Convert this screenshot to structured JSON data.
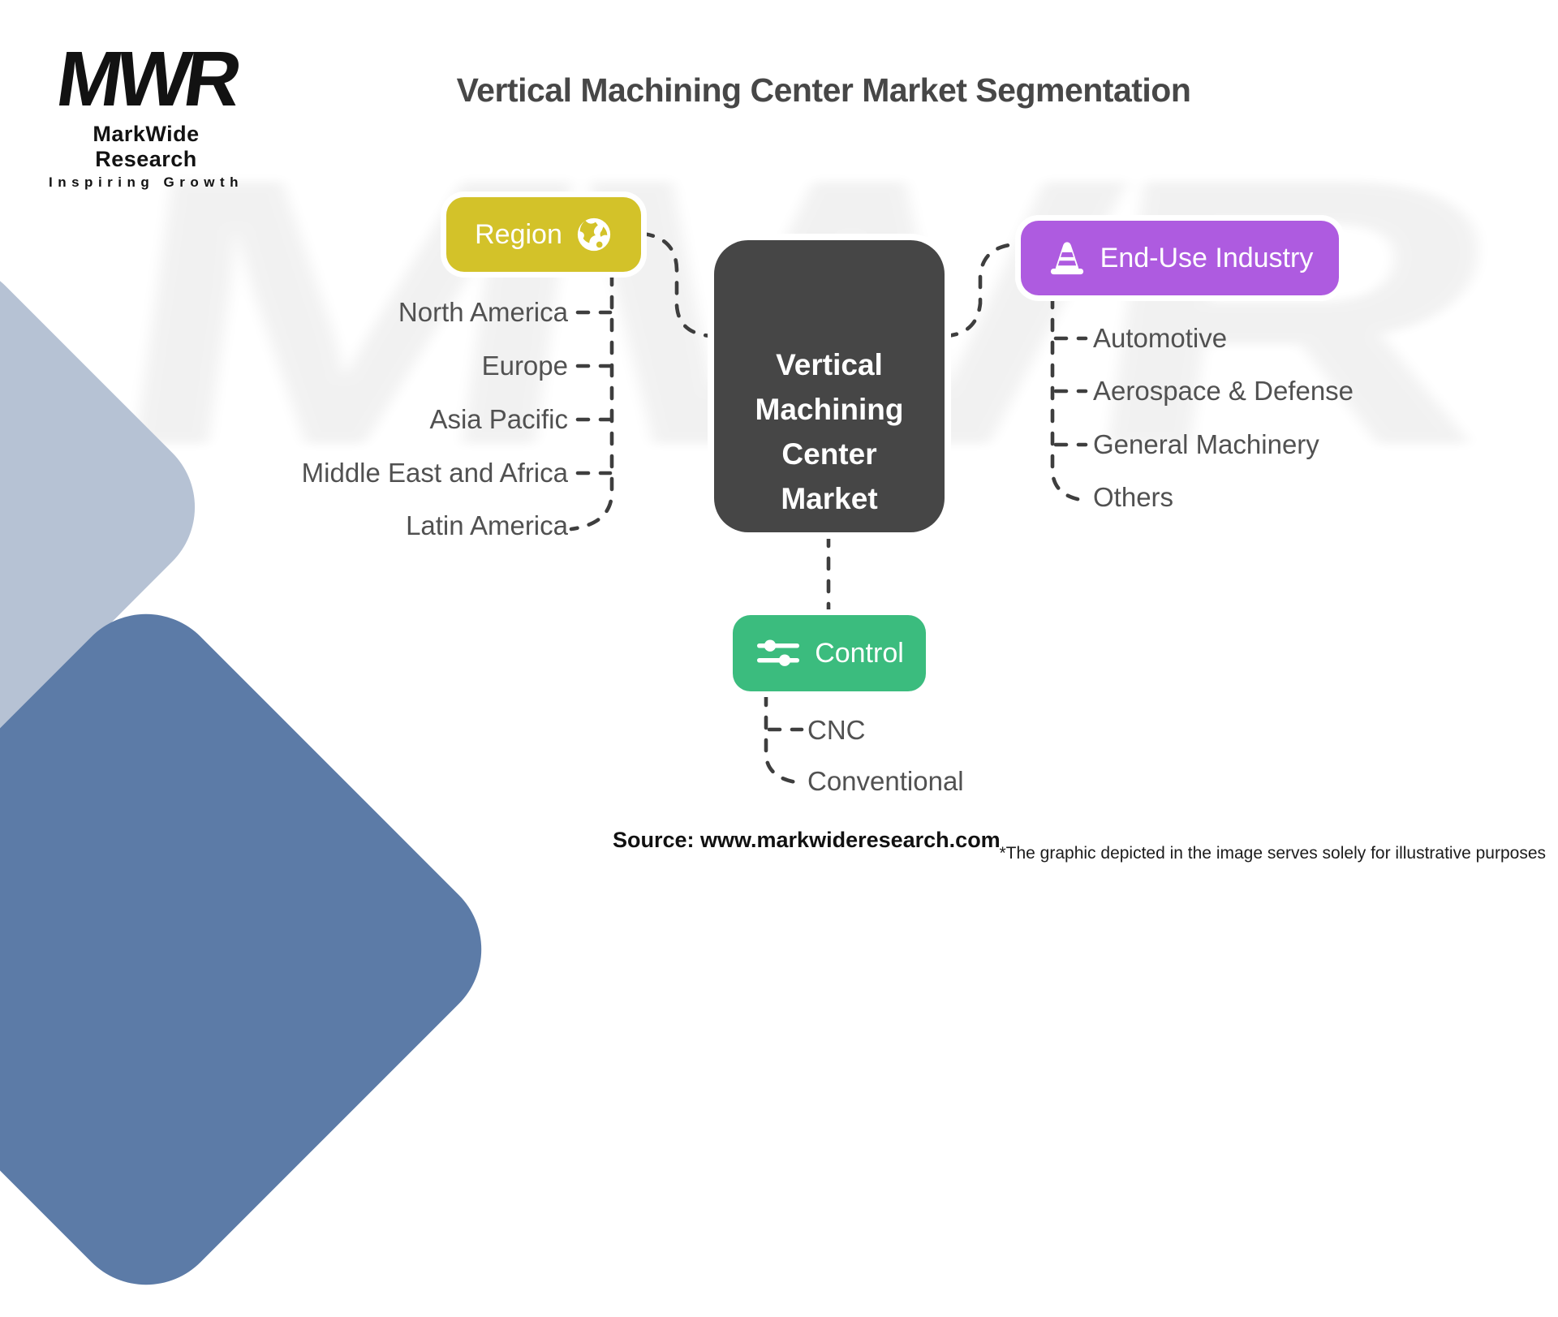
{
  "logo": {
    "mark": "MWR",
    "name": "MarkWide Research",
    "tagline": "Inspiring Growth"
  },
  "title": "Vertical Machining Center Market Segmentation",
  "watermark": "MWR",
  "center_node": {
    "label": "Vertical Machining Center Market",
    "lines": [
      "Vertical",
      "Machining",
      "Center",
      "Market"
    ]
  },
  "branches": [
    {
      "id": "region",
      "label": "Region",
      "icon": "globe-icon",
      "color": "#d3c229",
      "items": [
        "North America",
        "Europe",
        "Asia Pacific",
        "Middle East and Africa",
        "Latin America"
      ]
    },
    {
      "id": "end-use-industry",
      "label": "End-Use Industry",
      "icon": "cone-icon",
      "color": "#ae5be0",
      "items": [
        "Automotive",
        "Aerospace & Defense",
        "General Machinery",
        "Others"
      ]
    },
    {
      "id": "control",
      "label": "Control",
      "icon": "sliders-icon",
      "color": "#3bbc7e",
      "items": [
        "CNC",
        "Conventional"
      ]
    }
  ],
  "footer": {
    "source": "Source: www.markwideresearch.com",
    "disclaimer": "*The graphic depicted in the image serves solely for illustrative purposes"
  },
  "colors": {
    "region": "#d3c229",
    "end_use": "#ae5be0",
    "control": "#3bbc7e",
    "center_box": "#464646",
    "connector": "#3e3e3e",
    "title": "#474747",
    "leaf_text": "#515151",
    "diamond_light": "#b6c2d4",
    "diamond_dark": "#5c7ba7"
  }
}
